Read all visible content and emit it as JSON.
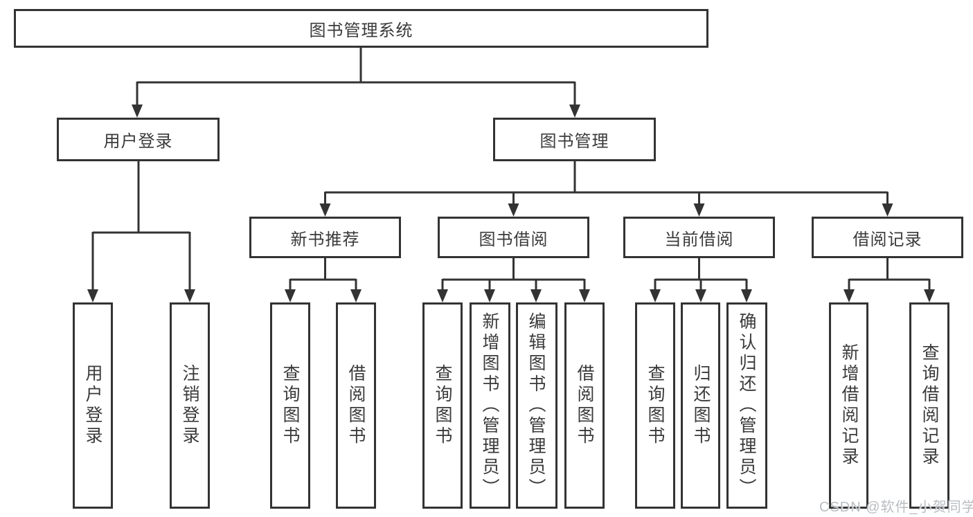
{
  "tree": {
    "label": "图书管理系统",
    "children": [
      {
        "label": "用户登录",
        "children": [
          {
            "label": "用户登录"
          },
          {
            "label": "注销登录"
          }
        ]
      },
      {
        "label": "图书管理",
        "children": [
          {
            "label": "新书推荐",
            "children": [
              {
                "label": "查询图书"
              },
              {
                "label": "借阅图书"
              }
            ]
          },
          {
            "label": "图书借阅",
            "children": [
              {
                "label": "查询图书"
              },
              {
                "label": "新增图书（管理员）"
              },
              {
                "label": "编辑图书（管理员）"
              },
              {
                "label": "借阅图书"
              }
            ]
          },
          {
            "label": "当前借阅",
            "children": [
              {
                "label": "查询图书"
              },
              {
                "label": "归还图书"
              },
              {
                "label": "确认归还（管理员）"
              }
            ]
          },
          {
            "label": "借阅记录",
            "children": [
              {
                "label": "新增借阅记录"
              },
              {
                "label": "查询借阅记录"
              }
            ]
          }
        ]
      }
    ]
  },
  "watermark": {
    "text": "CSDN @软件_小贺同学"
  },
  "colors": {
    "line": "#333333",
    "text": "#3a3a3a",
    "background": "#ffffff",
    "watermark": "#b9bdc1"
  }
}
